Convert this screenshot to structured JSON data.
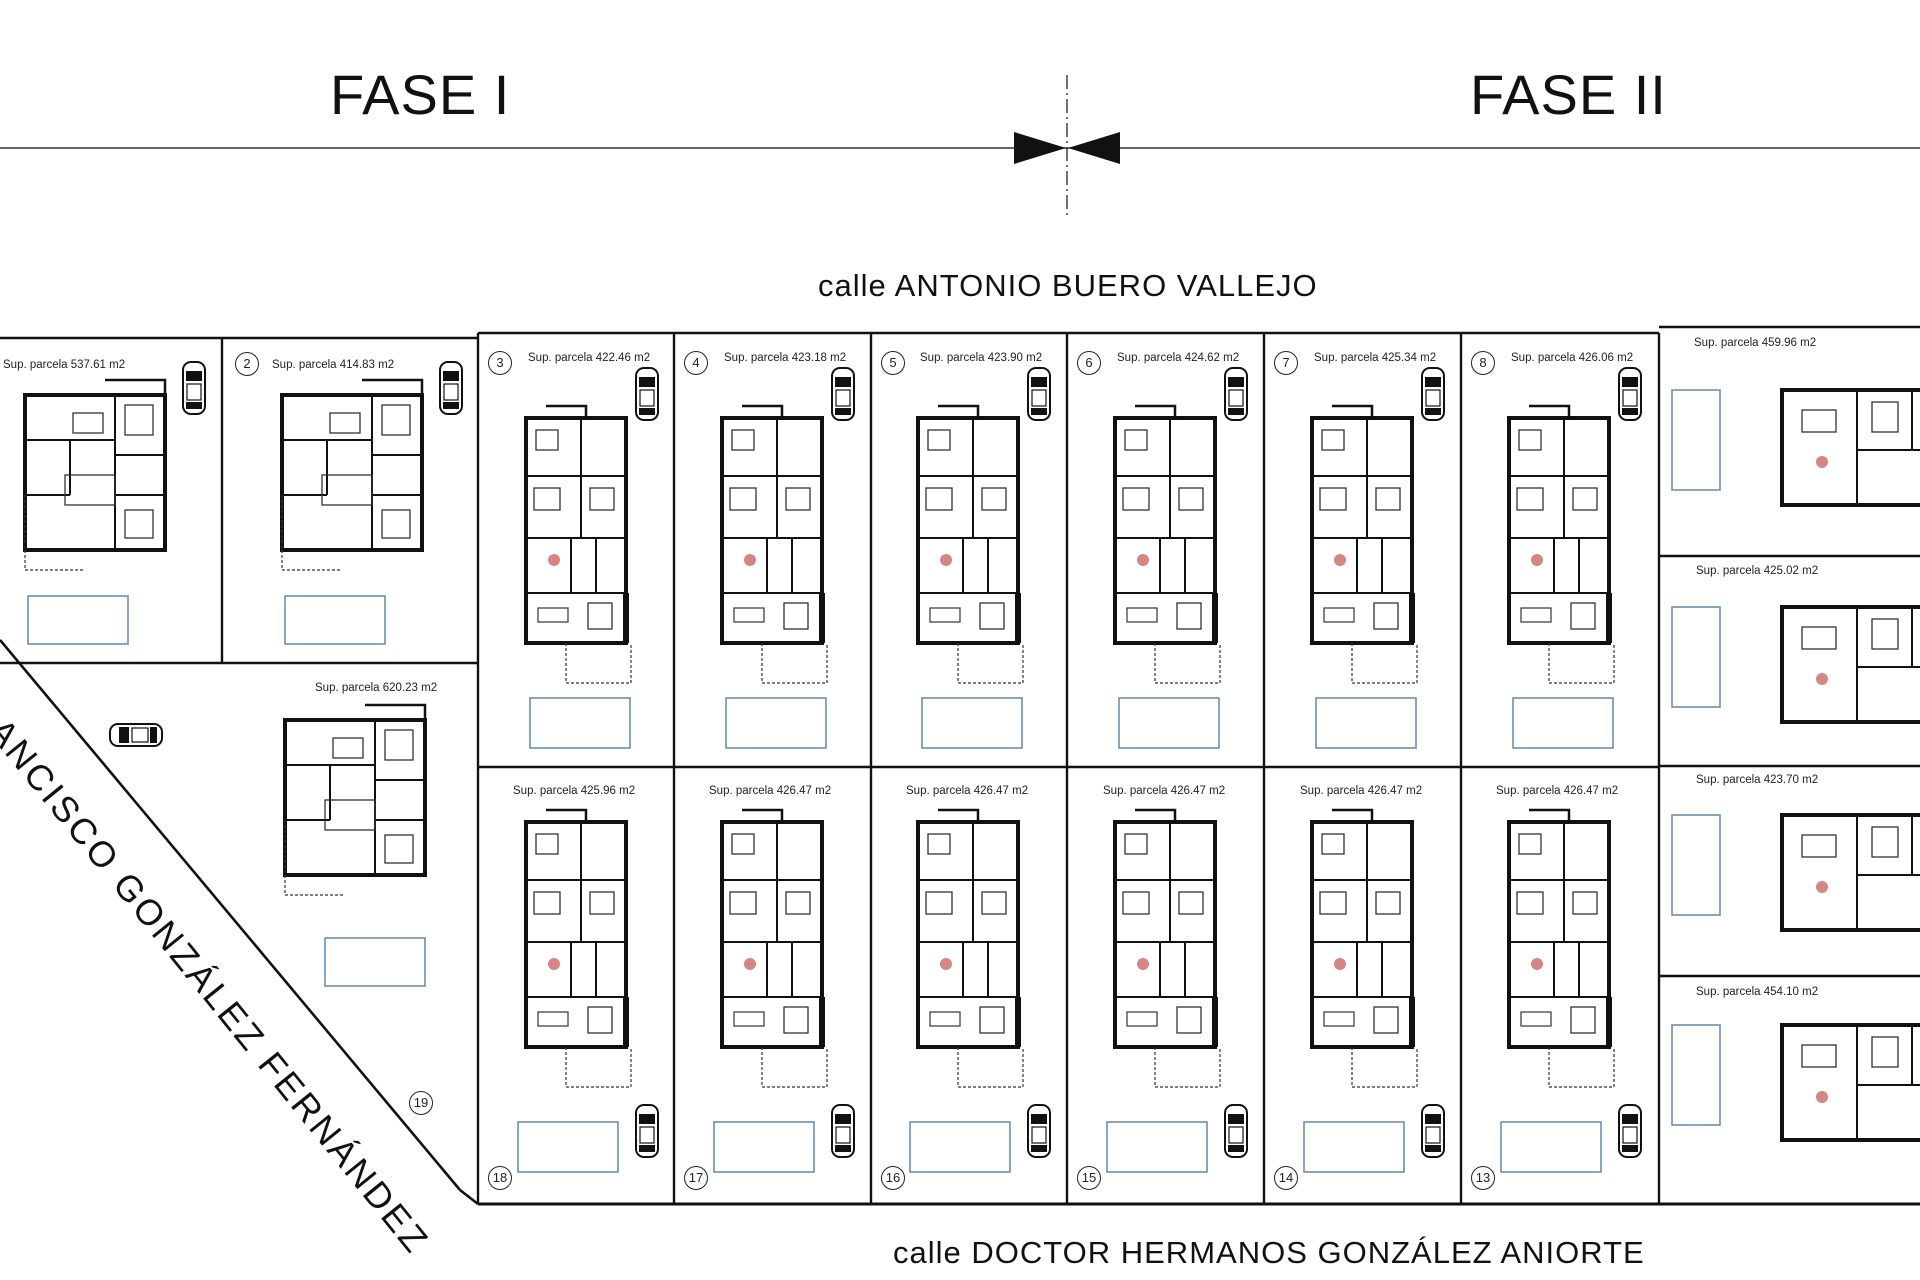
{
  "phases": {
    "left": "FASE I",
    "right": "FASE II"
  },
  "streets": {
    "top": "calle ANTONIO BUERO VALLEJO",
    "bottom": "calle DOCTOR HERMANOS GONZÁLEZ ANIORTE",
    "diagonal": "RANCISCO GONZÁLEZ FERNÁNDEZ"
  },
  "plots": {
    "p1": {
      "number": "",
      "surface": "Sup. parcela 537.61 m2"
    },
    "p2": {
      "number": "2",
      "surface": "Sup. parcela 414.83 m2"
    },
    "p3": {
      "number": "3",
      "surface": "Sup. parcela 422.46 m2"
    },
    "p4": {
      "number": "4",
      "surface": "Sup. parcela 423.18 m2"
    },
    "p5": {
      "number": "5",
      "surface": "Sup. parcela 423.90 m2"
    },
    "p6": {
      "number": "6",
      "surface": "Sup. parcela 424.62 m2"
    },
    "p7": {
      "number": "7",
      "surface": "Sup. parcela 425.34 m2"
    },
    "p8": {
      "number": "8",
      "surface": "Sup. parcela 426.06 m2"
    },
    "pr1": {
      "number": "",
      "surface": "Sup. parcela 459.96 m2"
    },
    "pr2": {
      "number": "",
      "surface": "Sup. parcela 425.02 m2"
    },
    "pr3": {
      "number": "",
      "surface": "Sup. parcela 423.70 m2"
    },
    "pr4": {
      "number": "",
      "surface": "Sup. parcela 454.10 m2"
    },
    "p18": {
      "number": "18",
      "surface": "Sup. parcela 425.96 m2"
    },
    "p17": {
      "number": "17",
      "surface": "Sup. parcela 426.47 m2"
    },
    "p16": {
      "number": "16",
      "surface": "Sup. parcela 426.47 m2"
    },
    "p15": {
      "number": "15",
      "surface": "Sup. parcela 426.47 m2"
    },
    "p14": {
      "number": "14",
      "surface": "Sup. parcela 426.47 m2"
    },
    "p13": {
      "number": "13",
      "surface": "Sup. parcela 426.47 m2"
    },
    "p19": {
      "number": "19",
      "surface": "Sup. parcela 620.23 m2"
    }
  }
}
